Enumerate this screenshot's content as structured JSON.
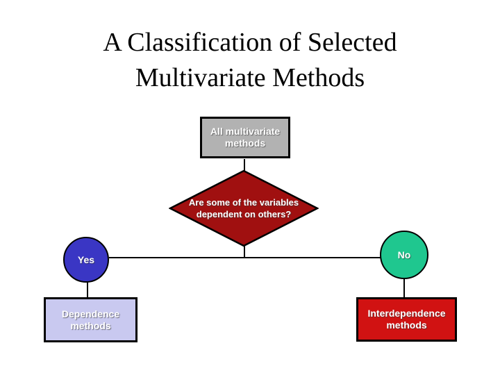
{
  "slide": {
    "title_lines": [
      "A Classification of Selected",
      "Multivariate Methods"
    ]
  },
  "flowchart": {
    "root": {
      "label": "All multivariate methods"
    },
    "decision": {
      "label": "Are some of the variables dependent on others?"
    },
    "yes_branch": {
      "label": "Yes"
    },
    "no_branch": {
      "label": "No"
    },
    "dependence": {
      "label": "Dependence methods"
    },
    "interdependence": {
      "label": "Interdependence methods"
    }
  },
  "colors": {
    "root_fill": "#b2b2b2",
    "decision_fill": "#a01010",
    "yes_fill": "#3a36c4",
    "no_fill": "#1fc78f",
    "dependence_fill": "#c9c9f0",
    "interdependence_fill": "#d11212",
    "stroke": "#000000"
  }
}
